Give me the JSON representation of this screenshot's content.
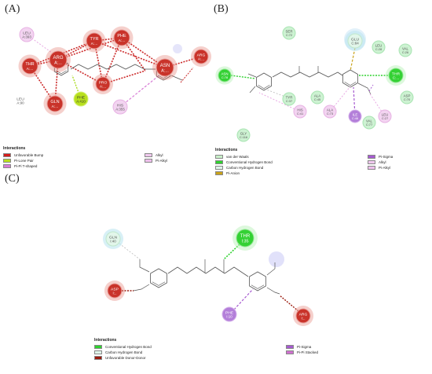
{
  "panels": {
    "a_label": "(A)",
    "b_label": "(B)",
    "c_label": "(C)"
  },
  "colors": {
    "vdw": "#c8f0c8",
    "conv_hbond": "#2fd22f",
    "carbon_hbond": "#dff5ea",
    "pi_anion": "#c9a21a",
    "unfavorable_bump": "#d21c1c",
    "pi_lone_pair": "#b8e01e",
    "pi_t_shaped": "#d87bd6",
    "alkyl": "#f0c8ee",
    "pi_alkyl": "#eec0ec",
    "pi_sigma": "#a65ad0",
    "pi_pi_stacked": "#d070d0",
    "unfavorable_donor": "#9b1b0e"
  },
  "panel_a": {
    "nodes": [
      {
        "id": "leu393",
        "line1": "LEU",
        "line2": "A:393",
        "type": "alkyl"
      },
      {
        "id": "thr",
        "line1": "THR",
        "line2": "A:...",
        "type": "bump"
      },
      {
        "id": "arg",
        "line1": "ARG",
        "line2": "A:...",
        "type": "bump"
      },
      {
        "id": "gln",
        "line1": "GLN",
        "line2": "A:...",
        "type": "bump"
      },
      {
        "id": "tyr",
        "line1": "TYR",
        "line2": "A:...",
        "type": "bump"
      },
      {
        "id": "phe1",
        "line1": "PHE",
        "line2": "A:...",
        "type": "bump"
      },
      {
        "id": "pro",
        "line1": "PRO",
        "line2": "A:...",
        "type": "bump"
      },
      {
        "id": "asn",
        "line1": "ASN",
        "line2": "A:...",
        "type": "bump"
      },
      {
        "id": "arg2",
        "line1": "ARG",
        "line2": "A:...",
        "type": "bump"
      },
      {
        "id": "leu90",
        "line1": "LEU",
        "line2": "A:90",
        "type": "plain"
      },
      {
        "id": "phe410",
        "line1": "PHE",
        "line2": "A:410",
        "type": "lonepair"
      },
      {
        "id": "his355",
        "line1": "HIS",
        "line2": "A:355",
        "type": "alkyl"
      }
    ],
    "legend": {
      "title": "Interactions",
      "left": [
        "Unfavorable Bump",
        "Pi-Lone Pair",
        "Pi-Pi T-shaped"
      ],
      "right": [
        "Alkyl",
        "Pi-Alkyl"
      ]
    }
  },
  "panel_b": {
    "nodes": [
      {
        "id": "ser72",
        "line1": "SER",
        "line2": "C:72",
        "type": "vdw"
      },
      {
        "id": "glu84",
        "line1": "GLU",
        "line2": "C:84",
        "type": "carbon"
      },
      {
        "id": "leu28",
        "line1": "LEU",
        "line2": "C:28",
        "type": "vdw"
      },
      {
        "id": "val26",
        "line1": "VAL",
        "line2": "C:26",
        "type": "vdw"
      },
      {
        "id": "asn",
        "line1": "ASN",
        "line2": "C:78",
        "type": "conv"
      },
      {
        "id": "thr",
        "line1": "THR",
        "line2": "C:...",
        "type": "conv"
      },
      {
        "id": "asp70",
        "line1": "ASP",
        "line2": "C:70",
        "type": "vdw"
      },
      {
        "id": "tyr37",
        "line1": "TYR",
        "line2": "C:37",
        "type": "vdw"
      },
      {
        "id": "ala45",
        "line1": "ALA",
        "line2": "C:45",
        "type": "vdw"
      },
      {
        "id": "his41",
        "line1": "HIS",
        "line2": "C:41",
        "type": "alkyl"
      },
      {
        "id": "ala73",
        "line1": "ALA",
        "line2": "C:73",
        "type": "alkyl"
      },
      {
        "id": "ile46",
        "line1": "ILE",
        "line2": "C:46",
        "type": "pisigma"
      },
      {
        "id": "val77",
        "line1": "VAL",
        "line2": "C:77",
        "type": "vdw"
      },
      {
        "id": "leu27",
        "line1": "LEU",
        "line2": "C:27",
        "type": "alkyl"
      },
      {
        "id": "gly116",
        "line1": "GLY",
        "line2": "C:116",
        "type": "vdw"
      }
    ],
    "legend": {
      "title": "Interactions",
      "left": [
        "van der Waals",
        "Conventional Hydrogen Bond",
        "Carbon Hydrogen Bond",
        "Pi-Anion"
      ],
      "right": [
        "Pi-Sigma",
        "Alkyl",
        "Pi-Alkyl"
      ]
    }
  },
  "panel_c": {
    "nodes": [
      {
        "id": "gln40",
        "line1": "GLN",
        "line2": "I:40",
        "type": "carbon"
      },
      {
        "id": "thr35",
        "line1": "THR",
        "line2": "I:35",
        "type": "conv"
      },
      {
        "id": "asp",
        "line1": "ASP",
        "line2": "I:..",
        "type": "donor"
      },
      {
        "id": "phe",
        "line1": "PHE",
        "line2": "I:10",
        "type": "pisigma"
      },
      {
        "id": "arg",
        "line1": "ARG",
        "line2": "I:..",
        "type": "donor"
      }
    ],
    "legend": {
      "title": "Interactions",
      "left": [
        "Conventional Hydrogen Bond",
        "Carbon Hydrogen Bond",
        "Unfavorable Donor-Donor"
      ],
      "right": [
        "Pi-Sigma",
        "Pi-Pi Stacked"
      ]
    }
  }
}
